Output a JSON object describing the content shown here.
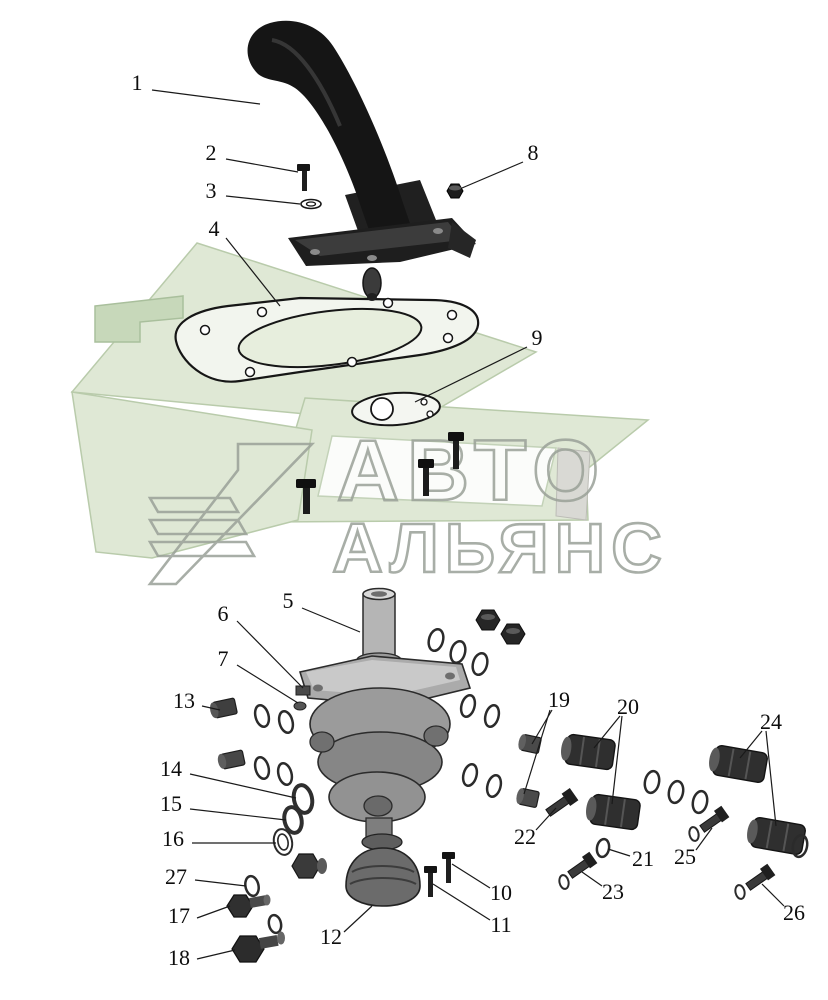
{
  "watermark": {
    "line1": "АВТО",
    "line2": "АЛЬЯНС"
  },
  "colors": {
    "floor": "#dfe8d5",
    "floor_accent": "#c7d8ba",
    "watermark_outline": "#9aa198",
    "ink": "#1a1a1a"
  },
  "callouts": {
    "labels": [
      "1",
      "2",
      "3",
      "4",
      "5",
      "6",
      "7",
      "8",
      "9",
      "10",
      "11",
      "12",
      "13",
      "14",
      "15",
      "16",
      "17",
      "18",
      "19",
      "20",
      "21",
      "22",
      "23",
      "24",
      "25",
      "26",
      "27"
    ]
  }
}
